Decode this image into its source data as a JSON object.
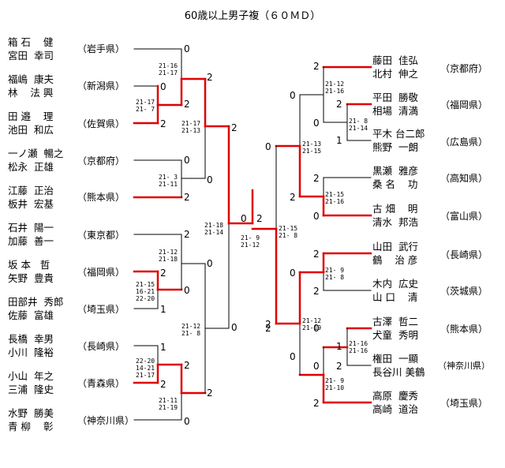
{
  "title": "60歳以上男子複（６０ＭＤ）",
  "colors": {
    "winner_line": "#e00000",
    "loser_line": "#000000"
  },
  "left_teams": [
    {
      "p1": "箱 石    健",
      "p2": "宮田  幸司",
      "pref": "（岩手県）"
    },
    {
      "p1": "福嶋  康夫",
      "p2": "林    法 興",
      "pref": "（新潟県）"
    },
    {
      "p1": "田 邉    理",
      "p2": "池田  和広",
      "pref": "（佐賀県）"
    },
    {
      "p1": "一ノ瀬  暢之",
      "p2": "松永  正雄",
      "pref": "（京都府）"
    },
    {
      "p1": "江藤  正治",
      "p2": "板井  宏基",
      "pref": "（熊本県）"
    },
    {
      "p1": "石井  陽一",
      "p2": "加藤  善一",
      "pref": "（東京都）"
    },
    {
      "p1": "坂 本   哲",
      "p2": "矢野  豊貴",
      "pref": "（福岡県）"
    },
    {
      "p1": "田部井  秀郎",
      "p2": "佐藤  富雄",
      "pref": "（埼玉県）"
    },
    {
      "p1": "長橋  幸男",
      "p2": "小川  隆裕",
      "pref": "（長崎県）"
    },
    {
      "p1": "小山  年之",
      "p2": "三浦  隆史",
      "pref": "（青森県）"
    },
    {
      "p1": "水野  勝美",
      "p2": "青 柳    彰",
      "pref": "（神奈川県）"
    }
  ],
  "right_teams": [
    {
      "p1": "藤田  佳弘",
      "p2": "北村  伸之",
      "pref": "（京都府）"
    },
    {
      "p1": "平田  勝敬",
      "p2": "相場  清満",
      "pref": "（福岡県）"
    },
    {
      "p1": "平木 台二郎",
      "p2": "熊野  一朗",
      "pref": "（広島県）"
    },
    {
      "p1": "黒瀬  雅彦",
      "p2": "桑 名    功",
      "pref": "（高知県）"
    },
    {
      "p1": "古 畑    明",
      "p2": "清水  邦浩",
      "pref": "（富山県）"
    },
    {
      "p1": "山田  武行",
      "p2": "鶴    治 彦",
      "pref": "（長崎県）"
    },
    {
      "p1": "木内  広史",
      "p2": "山 口    清",
      "pref": "（茨城県）"
    },
    {
      "p1": "古澤  哲二",
      "p2": "犬童  秀明",
      "pref": "（熊本県）"
    },
    {
      "p1": "権田  一顯",
      "p2": "長谷川 美鶴",
      "pref": "（神奈川県）"
    },
    {
      "p1": "高原  慶秀",
      "p2": "高崎  道治",
      "pref": "（埼玉県）"
    }
  ],
  "scores": {
    "s1": "0",
    "s2": "2",
    "s3": "0",
    "s4": "2",
    "s5": "2",
    "s6": "0",
    "s7": "2",
    "s8": "2",
    "s9": "0",
    "s10": "2",
    "s11": "0",
    "s12": "2",
    "s13": "1",
    "s14": "0",
    "s15": "1",
    "s16": "2",
    "s17": "2",
    "s18": "2",
    "s19": "0",
    "s20": "0",
    "s21": "0",
    "s22": "2",
    "r1": "2",
    "r2": "0",
    "r3": "2",
    "r4": "0",
    "r5": "1",
    "r6": "0",
    "r7": "2",
    "r8": "0",
    "r9": "2",
    "r10": "2",
    "r11": "0",
    "r12": "2",
    "r13": "2",
    "r14": "0",
    "r15": "1",
    "r16": "2",
    "r17": "0",
    "r18": "2",
    "r19": "0",
    "r20": "2"
  },
  "game_scores": {
    "g1": "21-16\n21-17",
    "g2": "21-17\n21- 7",
    "g3": "21-17\n21-13",
    "g4": "21- 3\n21-11",
    "g5": "21-18\n21-14",
    "g6": "21-12\n21-18",
    "g7": "21-15\n16-21\n22-20",
    "g8": "21-12\n21- 8",
    "g9": "22-20\n14-21\n21-17",
    "g10": "21-11\n21-19",
    "g_final": "21- 9\n21-12",
    "h1": "21-12\n21-16",
    "h2": "21- 8\n21-14",
    "h3": "21-13\n21-15",
    "h4": "21-15\n21-16",
    "h5": "21-15\n21- 8",
    "h6": "21- 9\n21- 8",
    "h7": "21-12\n21-19",
    "h8": "21-16\n21-16",
    "h9": "21- 9\n21-10"
  }
}
